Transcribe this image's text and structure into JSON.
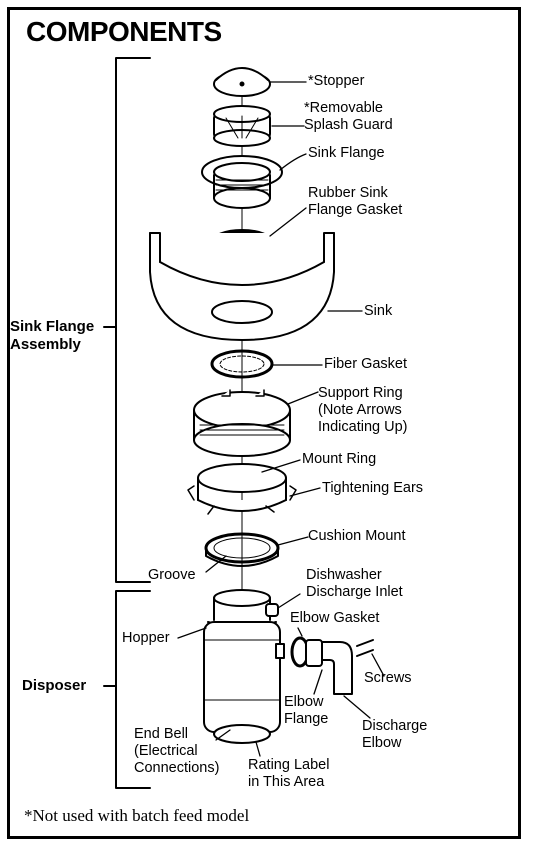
{
  "title": "COMPONENTS",
  "groups": {
    "sink_flange_assembly": [
      "Sink Flange",
      "Assembly"
    ],
    "disposer": "Disposer"
  },
  "labels": {
    "stopper": "*Stopper",
    "splash_guard": [
      "*Removable",
      "Splash Guard"
    ],
    "sink_flange": "Sink Flange",
    "rubber_gasket": [
      "Rubber Sink",
      "Flange Gasket"
    ],
    "sink": "Sink",
    "fiber_gasket": "Fiber Gasket",
    "support_ring": [
      "Support Ring",
      "(Note Arrows",
      "Indicating Up)"
    ],
    "mount_ring": "Mount Ring",
    "tightening_ears": "Tightening Ears",
    "cushion_mount": "Cushion Mount",
    "groove": "Groove",
    "dishwasher_inlet": [
      "Dishwasher",
      "Discharge Inlet"
    ],
    "elbow_gasket": "Elbow Gasket",
    "hopper": "Hopper",
    "screws": "Screws",
    "elbow_flange": [
      "Elbow",
      "Flange"
    ],
    "discharge_elbow": [
      "Discharge",
      "Elbow"
    ],
    "end_bell": [
      "End Bell",
      "(Electrical",
      "Connections)"
    ],
    "rating_label": [
      "Rating Label",
      "in This Area"
    ]
  },
  "footnote": "*Not used with batch feed model"
}
